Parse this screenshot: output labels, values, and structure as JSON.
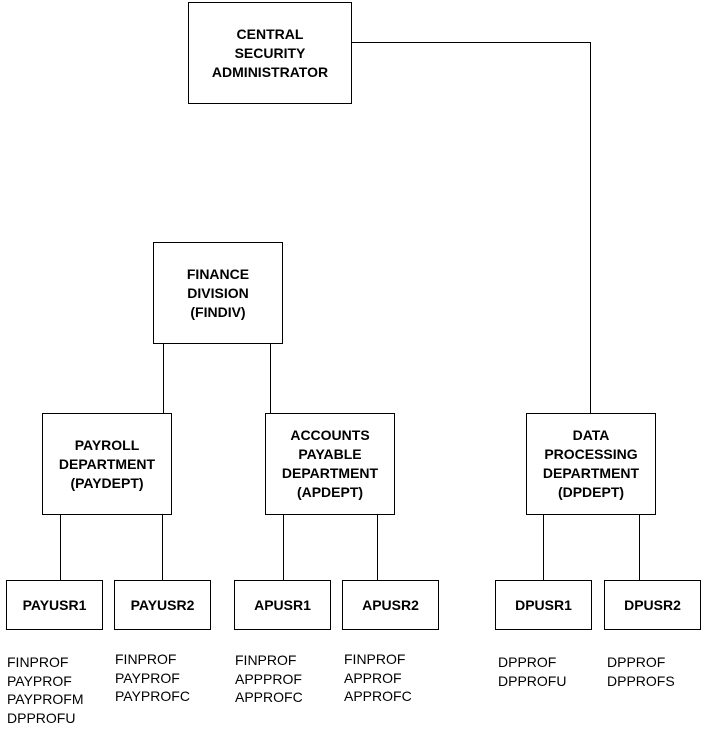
{
  "nodes": {
    "central": {
      "label": "CENTRAL\nSECURITY\nADMINISTRATOR"
    },
    "findiv": {
      "label": "FINANCE\nDIVISION\n(FINDIV)"
    },
    "paydept": {
      "label": "PAYROLL\nDEPARTMENT\n(PAYDEPT)"
    },
    "apdept": {
      "label": "ACCOUNTS\nPAYABLE\nDEPARTMENT\n(APDEPT)"
    },
    "dpdept": {
      "label": "DATA\nPROCESSING\nDEPARTMENT\n(DPDEPT)"
    },
    "payusr1": {
      "label": "PAYUSR1",
      "profiles": [
        "FINPROF",
        "PAYPROF",
        "PAYPROFM",
        "DPPROFU"
      ]
    },
    "payusr2": {
      "label": "PAYUSR2",
      "profiles": [
        "FINPROF",
        "PAYPROF",
        "PAYPROFC"
      ]
    },
    "apusr1": {
      "label": "APUSR1",
      "profiles": [
        "FINPROF",
        "APPPROF",
        "APPROFC"
      ]
    },
    "apusr2": {
      "label": "APUSR2",
      "profiles": [
        "FINPROF",
        "APPROF",
        "APPROFC"
      ]
    },
    "dpusr1": {
      "label": "DPUSR1",
      "profiles": [
        "DPPROF",
        "DPPROFU"
      ]
    },
    "dpusr2": {
      "label": "DPUSR2",
      "profiles": [
        "DPPROF",
        "DPPROFS"
      ]
    }
  }
}
